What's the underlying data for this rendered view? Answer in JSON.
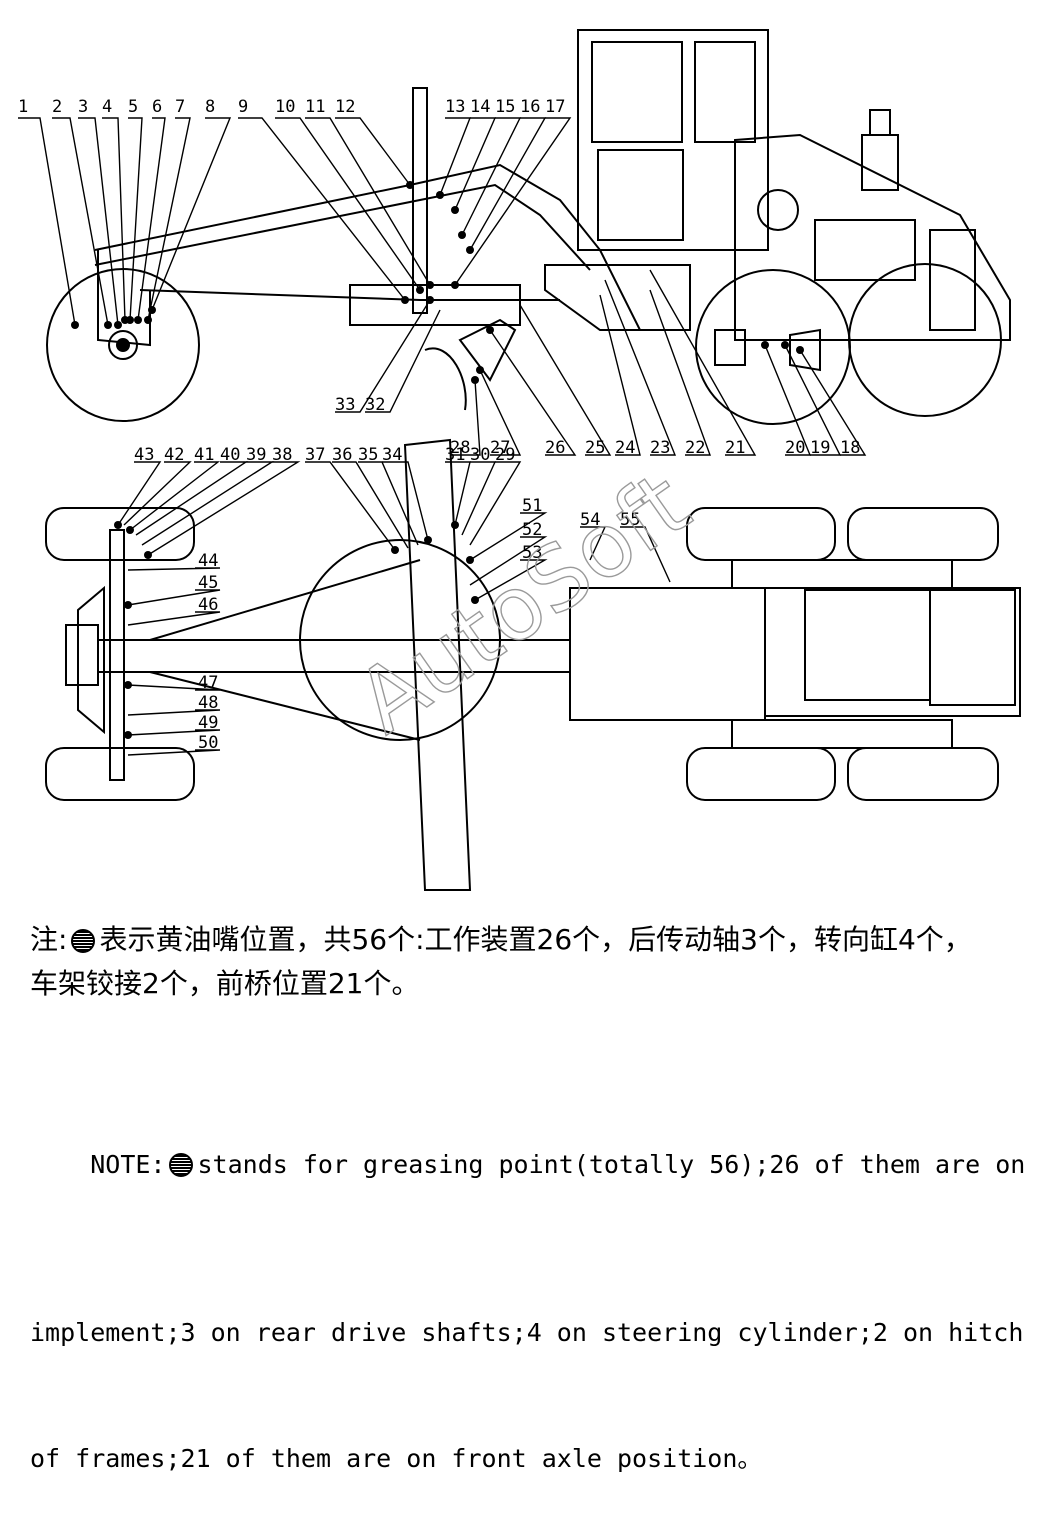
{
  "callouts_top": [
    "1",
    "2",
    "3",
    "4",
    "5",
    "6",
    "7",
    "8",
    "9",
    "10",
    "11",
    "12",
    "13",
    "14",
    "15",
    "16",
    "17"
  ],
  "callouts_mid": [
    "33",
    "32",
    "28",
    "27",
    "26",
    "25",
    "24",
    "23",
    "22",
    "21",
    "20",
    "19",
    "18"
  ],
  "callouts_plan_top": [
    "43",
    "42",
    "41",
    "40",
    "39",
    "38",
    "37",
    "36",
    "35",
    "34",
    "31",
    "30",
    "29"
  ],
  "callouts_plan_side": [
    "51",
    "52",
    "54",
    "55",
    "53",
    "44",
    "45",
    "46",
    "47",
    "48",
    "49",
    "50"
  ],
  "watermark": "AutoSoft",
  "note_zh": {
    "prefix": "注:",
    "line1": "表示黄油嘴位置，共56个:工作装置26个，后传动轴3个，转向缸4个，",
    "line2": "车架铰接2个，前桥位置21个。"
  },
  "note_en": {
    "prefix": "NOTE:",
    "line1": "stands for greasing point(totally 56);26 of them are on",
    "line2": "implement;3 on rear drive shafts;4 on steering cylinder;2 on hitch",
    "line3": "of frames;21 of them are on front axle position。"
  },
  "icons": {
    "greasing_point": "greasing-point-icon"
  }
}
